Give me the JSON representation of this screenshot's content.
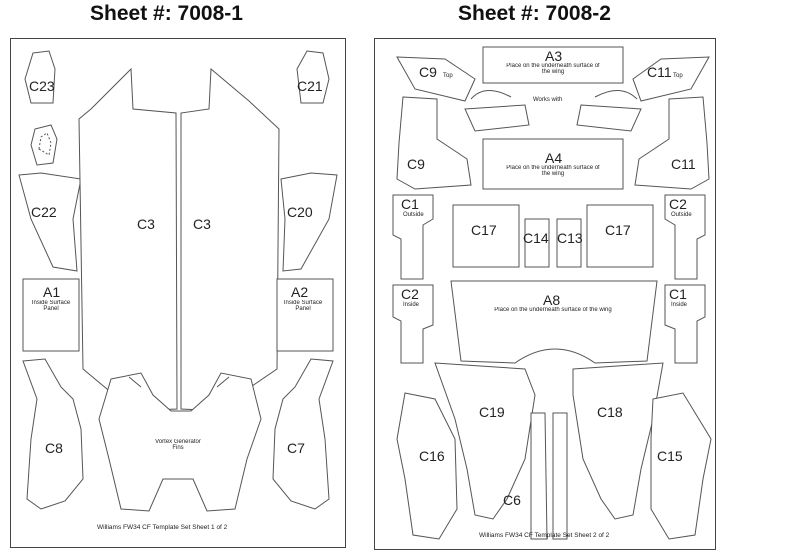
{
  "sheets": [
    {
      "title": "Sheet #: 7008-1",
      "footer": "Williams FW34 CF Template Set Sheet 1 of 2",
      "labels": {
        "c23": "C23",
        "c21": "C21",
        "c22": "C22",
        "c20": "C20",
        "c3a": "C3",
        "c3b": "C3",
        "a1": "A1",
        "a1_note": "Inside Surface Panel",
        "a2": "A2",
        "a2_note": "Inside Surface Panel",
        "c8": "C8",
        "c7": "C7",
        "vortex": "Vortex Generator Fins"
      }
    },
    {
      "title": "Sheet #: 7008-2",
      "footer": "Williams FW34 CF Template Set Sheet 2 of 2",
      "labels": {
        "a3": "A3",
        "a3_note": "Place on the underneath surface of the wing",
        "c9top": "C9",
        "c11top": "C11",
        "top": "Top",
        "works_with": "Works with",
        "c9": "C9",
        "c11": "C11",
        "a4": "A4",
        "a4_note": "Place on the underneath surface of the wing",
        "c1a": "C1",
        "outside": "Outside",
        "c2a": "C2",
        "c17a": "C17",
        "c14": "C14",
        "c13": "C13",
        "c17b": "C17",
        "c2b": "C2",
        "inside": "Inside",
        "c1b": "C1",
        "a8": "A8",
        "a8_note": "Place on the underneath surface of the wing",
        "c19": "C19",
        "c18": "C18",
        "c16": "C16",
        "c15": "C15",
        "c6": "C6"
      }
    }
  ]
}
